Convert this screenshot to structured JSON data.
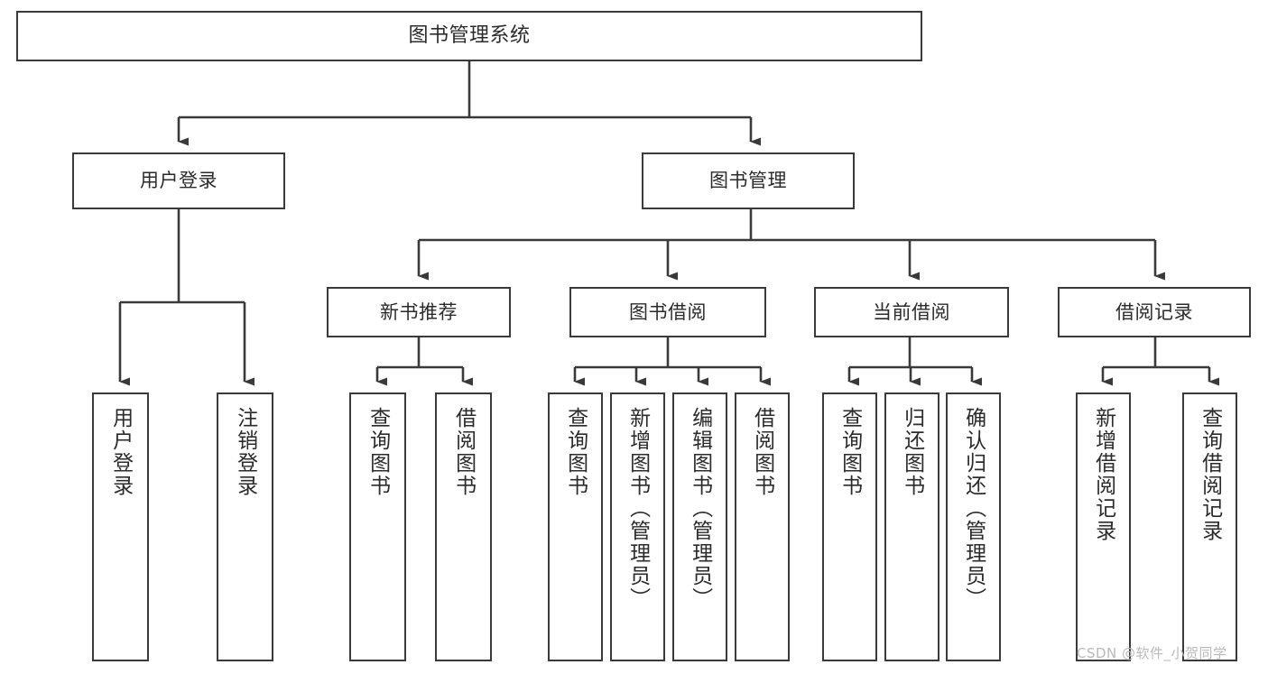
{
  "diagram": {
    "title": "图书管理系统",
    "type": "hierarchy-tree",
    "line_color": "#3a3a3a",
    "box_fill": "#ffffff",
    "text_color": "#2b2b2b",
    "watermark": "CSDN @软件_小贺同学",
    "nodes": {
      "root": {
        "label": "图书管理系统"
      },
      "tier2": [
        {
          "label": "用户登录"
        },
        {
          "label": "图书管理"
        }
      ],
      "tier3": [
        {
          "label": "新书推荐"
        },
        {
          "label": "图书借阅"
        },
        {
          "label": "当前借阅"
        },
        {
          "label": "借阅记录"
        }
      ],
      "leaves": {
        "user_login": [
          {
            "label": "用户登录"
          },
          {
            "label": "注销登录"
          }
        ],
        "new_book_recommend": [
          {
            "label": "查询图书"
          },
          {
            "label": "借阅图书"
          }
        ],
        "book_borrow": [
          {
            "label": "查询图书"
          },
          {
            "label": "新增图书（管理员）"
          },
          {
            "label": "编辑图书（管理员）"
          },
          {
            "label": "借阅图书"
          }
        ],
        "current_borrow": [
          {
            "label": "查询图书"
          },
          {
            "label": "归还图书"
          },
          {
            "label": "确认归还（管理员）"
          }
        ],
        "borrow_record": [
          {
            "label": "新增借阅记录"
          },
          {
            "label": "查询借阅记录"
          }
        ]
      }
    }
  }
}
